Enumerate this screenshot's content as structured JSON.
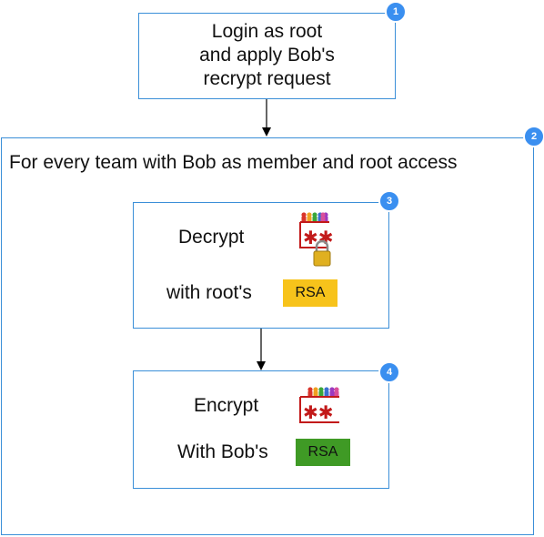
{
  "step1": {
    "badge": "1",
    "lines": [
      "Login as root",
      "and apply Bob's",
      "recrypt request"
    ]
  },
  "step2": {
    "badge": "2",
    "title": "For every team with Bob as member and root access"
  },
  "step3": {
    "badge": "3",
    "action": "Decrypt",
    "key_prefix": "with root's",
    "key_label": "RSA",
    "key_color": "#f7c31b",
    "icon": "locked-team-key-icon"
  },
  "step4": {
    "badge": "4",
    "action": "Encrypt",
    "key_prefix": "With Bob's",
    "key_label": "RSA",
    "key_color": "#3f9a25",
    "icon": "team-key-icon"
  },
  "colors": {
    "box_border": "#3b8fd8",
    "badge": "#3a8ff0",
    "key_red": "#c21a1a"
  }
}
